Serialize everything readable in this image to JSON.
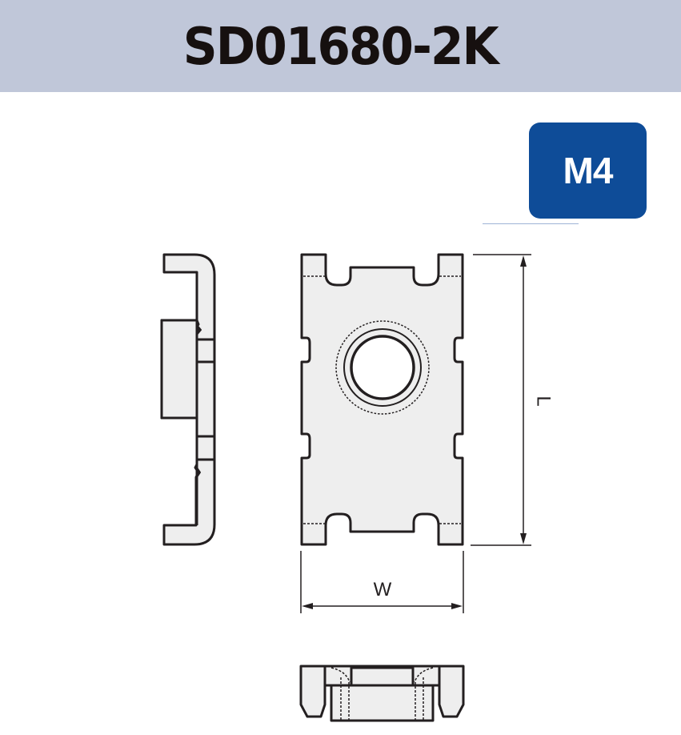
{
  "header": {
    "part_number": "SD01680-2K",
    "background_color": "#c0c7d9",
    "text_color": "#16100f"
  },
  "badge": {
    "label": "M4",
    "background_color": "#0e4c98",
    "text_color": "#ffffff"
  },
  "drawing": {
    "views": [
      {
        "name": "side-view"
      },
      {
        "name": "top-view"
      },
      {
        "name": "bottom-view"
      }
    ],
    "dimensions": {
      "length_label": "L",
      "width_label": "W"
    },
    "colors": {
      "fill": "#eeeeee",
      "stroke": "#231f20"
    }
  }
}
